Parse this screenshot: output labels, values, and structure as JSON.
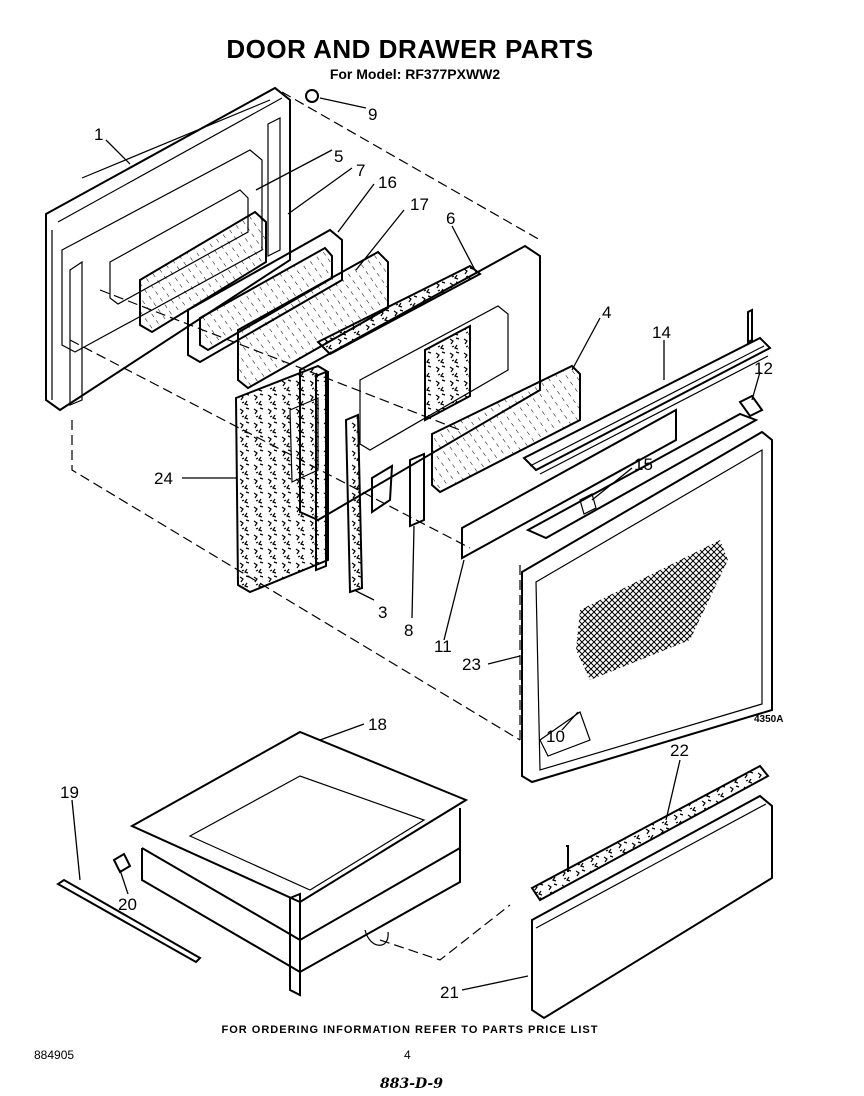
{
  "title": "DOOR AND DRAWER PARTS",
  "subtitle": "For Model: RF377PXWW2",
  "diagram_code": "4350A",
  "footer_note": "FOR ORDERING INFORMATION REFER TO PARTS PRICE LIST",
  "document_number": "884905",
  "page_number": "4",
  "handwritten_mark": "883-D-9",
  "callouts": {
    "c1": "1",
    "c3": "3",
    "c4": "4",
    "c5": "5",
    "c6": "6",
    "c7": "7",
    "c8": "8",
    "c9": "9",
    "c10": "10",
    "c11": "11",
    "c12": "12",
    "c14": "14",
    "c15": "15",
    "c16": "16",
    "c17": "17",
    "c18": "18",
    "c19": "19",
    "c20": "20",
    "c21": "21",
    "c22": "22",
    "c23": "23",
    "c24": "24"
  }
}
